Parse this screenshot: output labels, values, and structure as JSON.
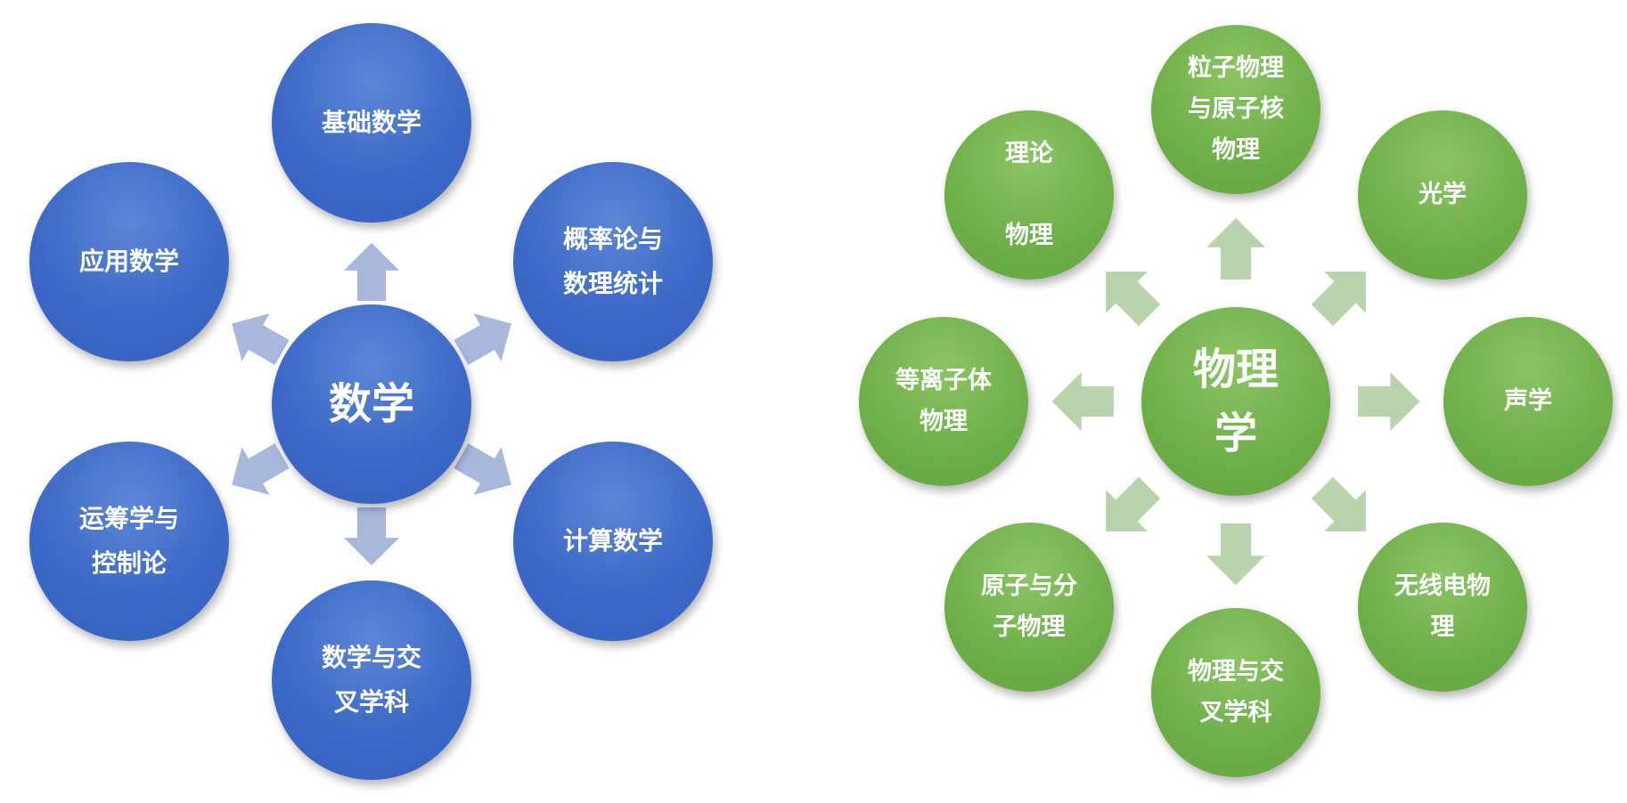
{
  "math": {
    "center": "数学",
    "branches": [
      "基础数学",
      "概率论与\n数理统计",
      "计算数学",
      "数学与交\n叉学科",
      "运筹学与\n控制论",
      "应用数学"
    ]
  },
  "physics": {
    "center": "物理\n学",
    "branches": [
      "粒子物理\n与原子核\n物理",
      "光学",
      "声学",
      "无线电物\n理",
      "物理与交\n叉学科",
      "原子与分\n子物理",
      "等离子体\n物理",
      "理论\n\n物理"
    ]
  },
  "colors": {
    "math_circle": "#3c69c8",
    "math_arrow": "#a8b8dd",
    "physics_circle": "#6eb04a",
    "physics_arrow": "#b9d4ac"
  }
}
